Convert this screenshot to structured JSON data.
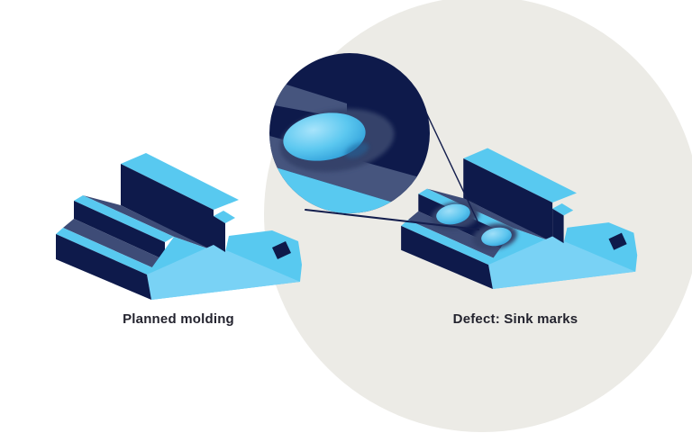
{
  "figure": {
    "left_part_label": "Planned molding",
    "right_part_label": "Defect: Sink marks",
    "sink_mark_count": "2"
  },
  "colors": {
    "surface_light_blue": "#58C9F0",
    "surface_pale_blue": "#79D2F5",
    "face_navy": "#0E1A4B",
    "groove_slate": "#3E4C77",
    "magnifier_slate": "#46557E",
    "magnifier_pale_blue": "#8BD6F6",
    "sink_ring": "#34426B",
    "backdrop_circle_gray": "#ECEBE6",
    "leader_line": "#141E4D",
    "label_text": "#23232E",
    "page_background": "#FFFFFF"
  }
}
